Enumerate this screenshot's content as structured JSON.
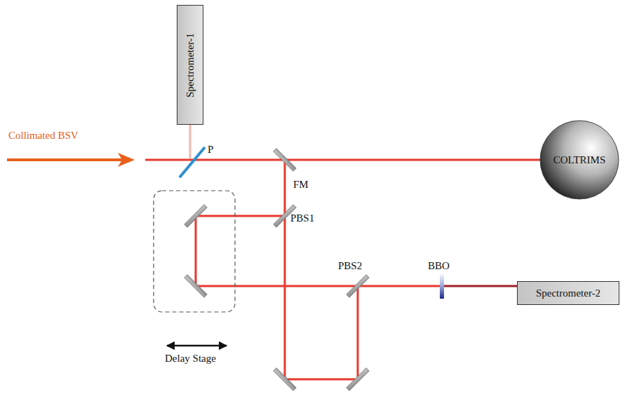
{
  "diagram": {
    "nodes": [
      {
        "text": [
          "Spectrometer-1"
        ]
      },
      {
        "text": [
          "COLTRIMS"
        ]
      },
      {
        "text": [
          "Spectrometer-2"
        ]
      }
    ],
    "labels": [
      "Collimated BSV",
      "P",
      "FM",
      "PBS1",
      "PBS2",
      "BBO",
      "Delay Stage"
    ]
  }
}
